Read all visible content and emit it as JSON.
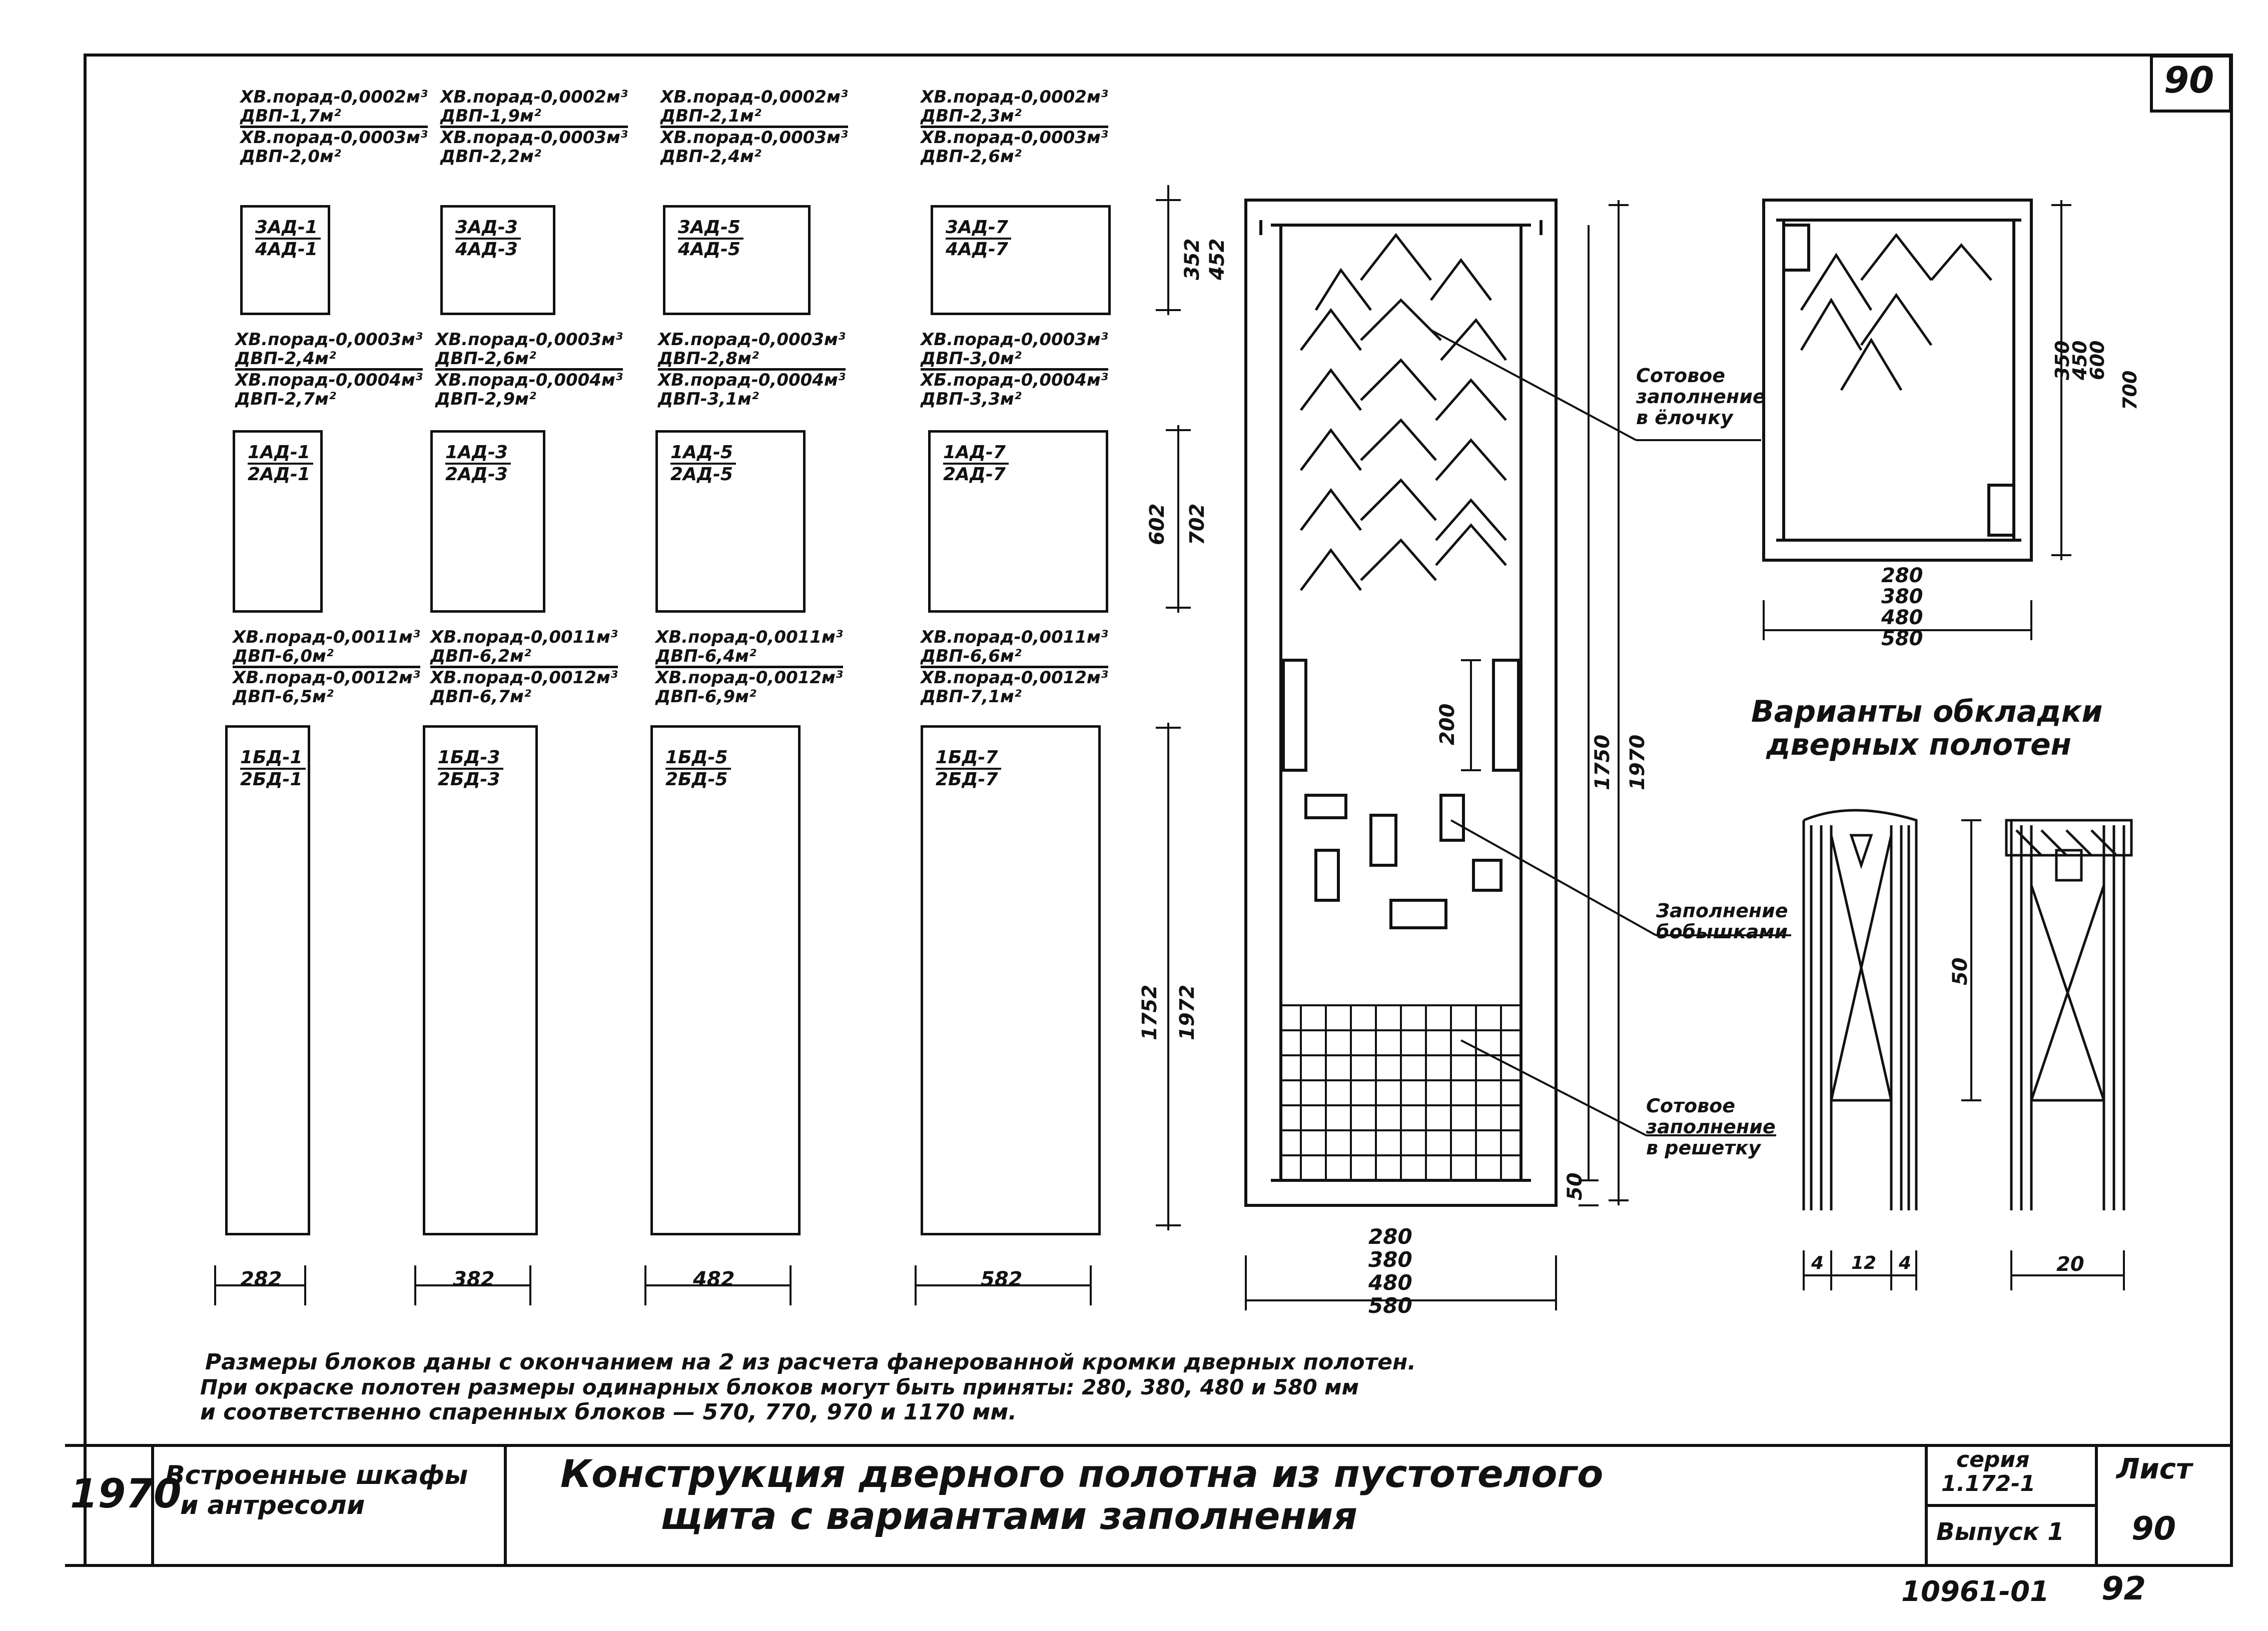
{
  "sheet_number_top": "90",
  "columns": [
    {
      "specs": [
        [
          "ХВ.порад-0,0002м³",
          "ДВП-1,7м²",
          "ХВ.порад-0,0003м³",
          "ДВП-2,0м²"
        ],
        [
          "ХВ.порад-0,0003м³",
          "ДВП-2,4м²",
          "ХВ.порад-0,0004м³",
          "ДВП-2,7м²"
        ],
        [
          "ХВ.порад-0,0011м³",
          "ДВП-6,0м²",
          "ХВ.порад-0,0012м³",
          "ДВП-6,5м²"
        ]
      ],
      "blocks": [
        [
          "3АД-1",
          "4АД-1"
        ],
        [
          "1АД-1",
          "2АД-1"
        ],
        [
          "1БД-1",
          "2БД-1"
        ]
      ],
      "width": "282"
    },
    {
      "specs": [
        [
          "ХВ.порад-0,0002м³",
          "ДВП-1,9м²",
          "ХВ.порад-0,0003м³",
          "ДВП-2,2м²"
        ],
        [
          "ХВ.порад-0,0003м³",
          "ДВП-2,6м²",
          "ХВ.порад-0,0004м³",
          "ДВП-2,9м²"
        ],
        [
          "ХВ.порад-0,0011м³",
          "ДВП-6,2м²",
          "ХВ.порад-0,0012м³",
          "ДВП-6,7м²"
        ]
      ],
      "blocks": [
        [
          "3АД-3",
          "4АД-3"
        ],
        [
          "1АД-3",
          "2АД-3"
        ],
        [
          "1БД-3",
          "2БД-3"
        ]
      ],
      "width": "382"
    },
    {
      "specs": [
        [
          "ХВ.порад-0,0002м³",
          "ДВП-2,1м²",
          "ХВ.порад-0,0003м³",
          "ДВП-2,4м²"
        ],
        [
          "ХБ.порад-0,0003м³",
          "ДВП-2,8м²",
          "ХВ.порад-0,0004м³",
          "ДВП-3,1м²"
        ],
        [
          "ХВ.порад-0,0011м³",
          "ДВП-6,4м²",
          "ХВ.порад-0,0012м³",
          "ДВП-6,9м²"
        ]
      ],
      "blocks": [
        [
          "3АД-5",
          "4АД-5"
        ],
        [
          "1АД-5",
          "2АД-5"
        ],
        [
          "1БД-5",
          "2БД-5"
        ]
      ],
      "width": "482"
    },
    {
      "specs": [
        [
          "ХВ.порад-0,0002м³",
          "ДВП-2,3м²",
          "ХВ.порад-0,0003м³",
          "ДВП-2,6м²"
        ],
        [
          "ХВ.порад-0,0003м³",
          "ДВП-3,0м²",
          "ХБ.порад-0,0004м³",
          "ДВП-3,3м²"
        ],
        [
          "ХВ.порад-0,0011м³",
          "ДВП-6,6м²",
          "ХВ.порад-0,0012м³",
          "ДВП-7,1м²"
        ]
      ],
      "blocks": [
        [
          "3АД-7",
          "4АД-7"
        ],
        [
          "1АД-7",
          "2АД-7"
        ],
        [
          "1БД-7",
          "2БД-7"
        ]
      ],
      "width": "582"
    }
  ],
  "row_dims": [
    [
      "352",
      "452"
    ],
    [
      "602",
      "702"
    ],
    [
      "1752",
      "1972"
    ]
  ],
  "door": {
    "widths": [
      "280",
      "380",
      "480",
      "580"
    ],
    "heights": [
      "1750",
      "1970"
    ],
    "dim_200": "200",
    "dim_50": "50",
    "callout_honeycomb_zigzag": [
      "Сотовое",
      "заполнение",
      "в ёлочку"
    ],
    "callout_bosses": [
      "Заполнение",
      "бобышками"
    ],
    "callout_honeycomb_grid": [
      "Сотовое",
      "заполнение",
      "в решетку"
    ]
  },
  "small_door": {
    "widths": [
      "280",
      "380",
      "480",
      "580"
    ],
    "heights": [
      "350",
      "450",
      "600",
      "700"
    ]
  },
  "section_title": [
    "Варианты обкладки",
    "дверных полотен"
  ],
  "edge_dims": {
    "dim_50": "50",
    "a": "4",
    "b": "12",
    "c": "4",
    "d": "20"
  },
  "notes": [
    "Размеры блоков даны с окончанием на 2 из расчета фанерованной кромки дверных полотен.",
    "При окраске полотен размеры одинарных блоков могут быть приняты: 280, 380, 480 и 580 мм",
    "и соответственно спаренных блоков — 570, 770, 970 и 1170 мм."
  ],
  "title_block": {
    "year": "1970",
    "category": [
      "Встроенные шкафы",
      "и антресоли"
    ],
    "title": [
      "Конструкция дверного полотна из пустотелого",
      "щита с вариантами заполнения"
    ],
    "series_label": "серия",
    "series": "1.172-1",
    "issue": "Выпуск 1",
    "sheet_label": "Лист",
    "sheet": "90"
  },
  "footer": {
    "doc_number": "10961-01",
    "page": "92"
  }
}
